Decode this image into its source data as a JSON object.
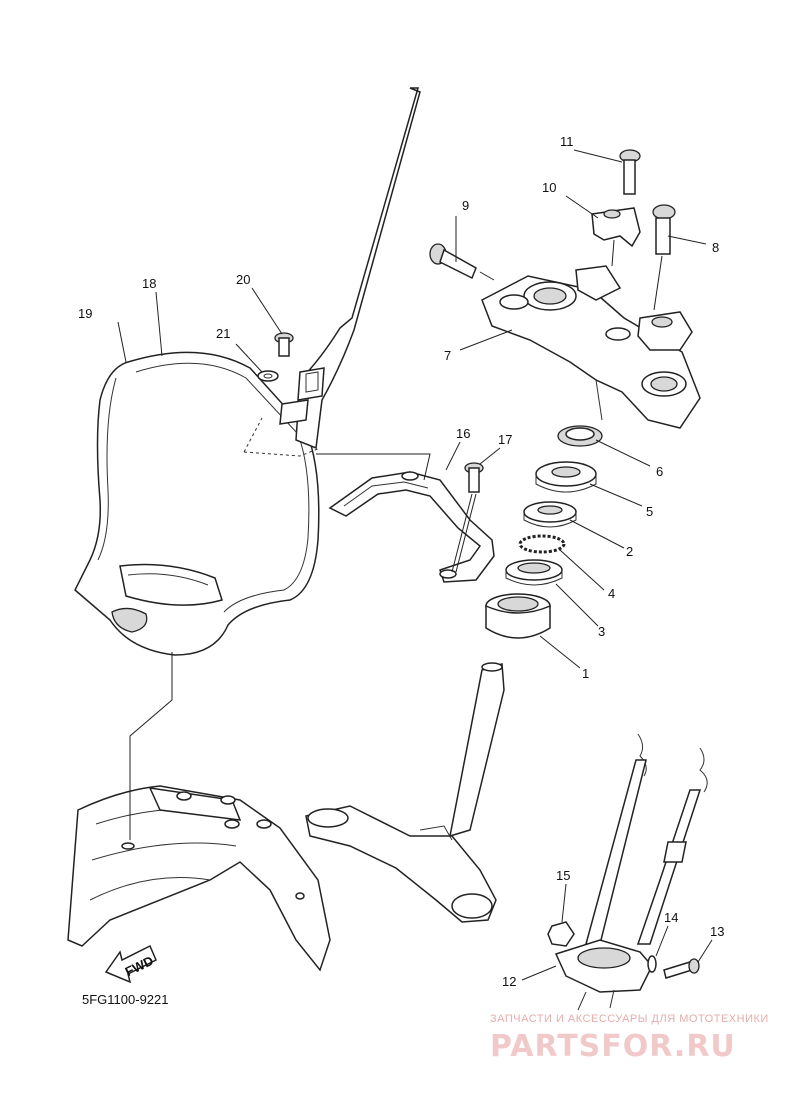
{
  "diagram_code": "5FG1100-9221",
  "fwd_label": "FWD",
  "callouts": [
    "1",
    "2",
    "3",
    "4",
    "5",
    "6",
    "7",
    "8",
    "9",
    "10",
    "11",
    "12",
    "13",
    "14",
    "15",
    "16",
    "17",
    "18",
    "19",
    "20",
    "21"
  ],
  "watermark": {
    "tagline": "ЗАПЧАСТИ И АКСЕССУАРЫ ДЛЯ МОТОТЕХНИКИ",
    "brand": "PARTSFOR.RU"
  }
}
